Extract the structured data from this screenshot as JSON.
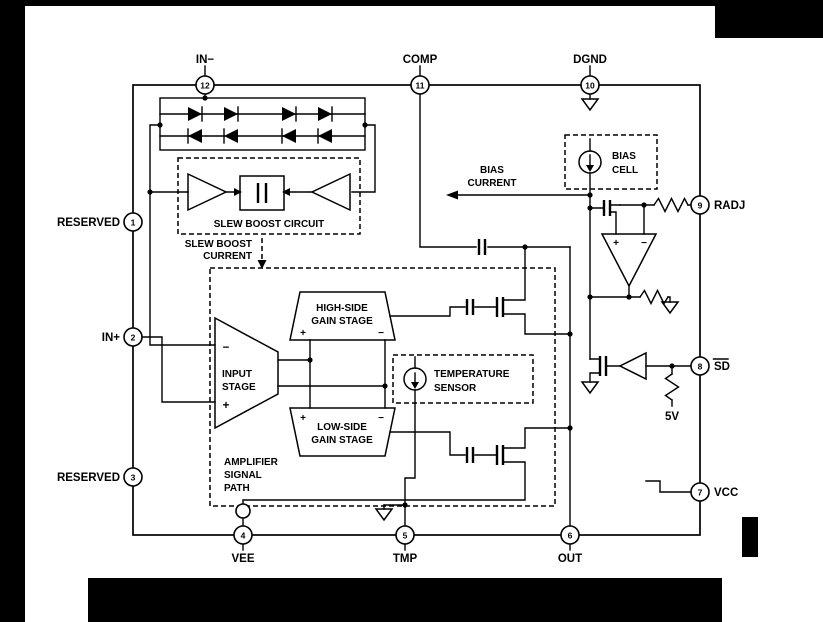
{
  "colors": {
    "ink": "#000000",
    "paper": "#ffffff"
  },
  "pins": {
    "p1": {
      "num": "1",
      "label": "RESERVED"
    },
    "p2": {
      "num": "2",
      "label": "IN+"
    },
    "p3": {
      "num": "3",
      "label": "RESERVED"
    },
    "p4": {
      "num": "4",
      "label": "VEE"
    },
    "p5": {
      "num": "5",
      "label": "TMP"
    },
    "p6": {
      "num": "6",
      "label": "OUT"
    },
    "p7": {
      "num": "7",
      "label": "VCC"
    },
    "p8": {
      "num": "8",
      "label": "SD"
    },
    "p9": {
      "num": "9",
      "label": "RADJ"
    },
    "p10": {
      "num": "10",
      "label": "DGND"
    },
    "p11": {
      "num": "11",
      "label": "COMP"
    },
    "p12": {
      "num": "12",
      "label": "IN−"
    }
  },
  "labels": {
    "slew_boost_circuit": "SLEW BOOST CIRCUIT",
    "slew_boost_current_l1": "SLEW BOOST",
    "slew_boost_current_l2": "CURRENT",
    "bias_current_l1": "BIAS",
    "bias_current_l2": "CURRENT",
    "bias_cell_l1": "BIAS",
    "bias_cell_l2": "CELL",
    "input_stage_l1": "INPUT",
    "input_stage_l2": "STAGE",
    "high_side_l1": "HIGH-SIDE",
    "high_side_l2": "GAIN STAGE",
    "low_side_l1": "LOW-SIDE",
    "low_side_l2": "GAIN STAGE",
    "temp_sensor_l1": "TEMPERATURE",
    "temp_sensor_l2": "SENSOR",
    "asp_l1": "AMPLIFIER",
    "asp_l2": "SIGNAL",
    "asp_l3": "PATH",
    "supply_5v": "5V",
    "plus": "+",
    "minus": "−"
  }
}
